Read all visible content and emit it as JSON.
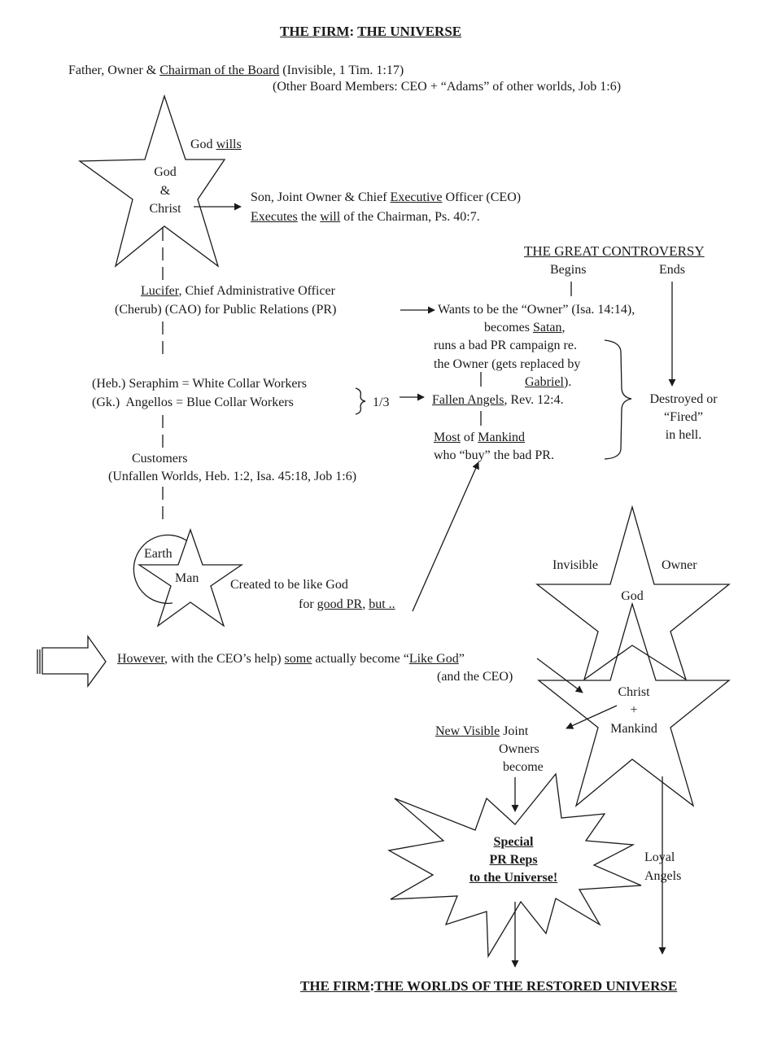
{
  "title": {
    "part1": "THE FIRM",
    "sep": ":",
    "part2": "THE UNIVERSE"
  },
  "chairman": {
    "prefix": "Father, Owner & ",
    "role": "Chairman of the Board",
    "suffix": " (Invisible, 1 Tim. 1:17)",
    "board_members": "(Other Board Members: CEO + “Adams” of other worlds, Job 1:6)"
  },
  "top_star": {
    "line1": "God",
    "line2": "&",
    "line3": "Christ",
    "god_wills_prefix": "God ",
    "god_wills_u": "wills"
  },
  "ceo": {
    "line1_prefix": "Son, Joint Owner & Chief ",
    "line1_u": "Executive",
    "line1_suffix": " Officer (CEO)",
    "line2_u1": "Executes",
    "line2_mid": " the ",
    "line2_u2": "will",
    "line2_suffix": " of the Chairman, Ps. 40:7."
  },
  "controversy": {
    "title": "THE GREAT CONTROVERSY",
    "begins": "Begins",
    "ends": "Ends"
  },
  "lucifer": {
    "name_u": "Lucifer",
    "line1_suffix": ", Chief Administrative Officer",
    "line2": "(Cherub) (CAO) for Public Relations (PR)"
  },
  "satan": {
    "line1": "Wants to be the “Owner” (Isa. 14:14),",
    "line2_prefix": "becomes ",
    "line2_u": "Satan",
    "line2_suffix": ",",
    "line3": "runs a bad PR campaign re.",
    "line4": "the Owner (gets replaced by",
    "line5_u": "Gabriel",
    "line5_suffix": ")."
  },
  "angels": {
    "seraphim": "(Heb.) Seraphim = White Collar Workers",
    "angellos": "(Gk.)  Angellos = Blue Collar Workers",
    "fraction": "1/3"
  },
  "fallen": {
    "name_u": "Fallen Angels",
    "suffix": ", Rev. 12:4."
  },
  "mankind": {
    "most_u": "Most",
    "of": " of ",
    "mankind_u": "Mankind",
    "line2": "who “buy” the bad PR."
  },
  "destroyed": {
    "line1": "Destroyed or",
    "line2": "“Fired”",
    "line3": "in hell."
  },
  "customers": {
    "line1": "Customers",
    "line2": "(Unfallen Worlds, Heb. 1:2, Isa. 45:18, Job 1:6)"
  },
  "earth_man": {
    "earth": "Earth",
    "man": "Man",
    "created_line1": "Created to be like God",
    "created_line2_prefix": "for ",
    "created_line2_u1": "good PR",
    "created_line2_mid": ", ",
    "created_line2_u2": "but .."
  },
  "however": {
    "u1": "However",
    "part2": ", with the CEO’s help) ",
    "u2": "some",
    "part3": " actually become “",
    "u3": "Like God",
    "part4": "”",
    "line2": "(and the CEO)"
  },
  "god_star": {
    "invisible": "Invisible",
    "owner": "Owner",
    "god": "God"
  },
  "christ_star": {
    "line1": "Christ",
    "line2": "+",
    "line3": "Mankind"
  },
  "joint_owners": {
    "line1_u": "New Visible",
    "line1_suffix": " Joint",
    "line2": "Owners",
    "line3": "become"
  },
  "burst": {
    "line1": "Special",
    "line2": "PR Reps",
    "line3": "to the Universe!"
  },
  "loyal": {
    "line1": "Loyal",
    "line2": "Angels"
  },
  "footer": {
    "part1": "THE FIRM",
    "sep": ":",
    "part2": "THE WORLDS OF THE RESTORED UNIVERSE"
  }
}
